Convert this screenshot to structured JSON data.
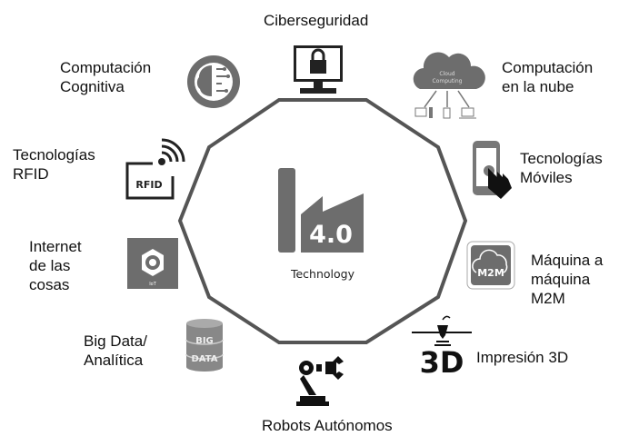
{
  "center": {
    "badge": "4.0",
    "caption": "Technology"
  },
  "colors": {
    "icon": "#6d6d6d",
    "outline": "#555555",
    "text": "#111111"
  },
  "items": [
    {
      "label": "Ciberseguridad",
      "icon": "lock-monitor-icon"
    },
    {
      "label": "Computación\nen la nube",
      "icon": "cloud-computing-icon",
      "icon_text": "Cloud\nComputing"
    },
    {
      "label": "Tecnologías\nMóviles",
      "icon": "smartphone-touch-icon"
    },
    {
      "label": "Máquina a\nmáquina\nM2M",
      "icon": "m2m-icon",
      "icon_text": "M2M"
    },
    {
      "label": "Impresión 3D",
      "icon": "3d-printer-icon",
      "icon_text": "3D"
    },
    {
      "label": "Robots Autónomos",
      "icon": "robot-arm-icon"
    },
    {
      "label": "Big Data/\nAnalítica",
      "icon": "database-icon",
      "icon_text": "BIG\nDATA"
    },
    {
      "label": "Internet\nde las\ncosas",
      "icon": "iot-icon",
      "icon_text": "IoT"
    },
    {
      "label": "Tecnologías\nRFID",
      "icon": "rfid-icon",
      "icon_text": "RFID"
    },
    {
      "label": "Computación\nCognitiva",
      "icon": "brain-circuit-icon"
    }
  ]
}
